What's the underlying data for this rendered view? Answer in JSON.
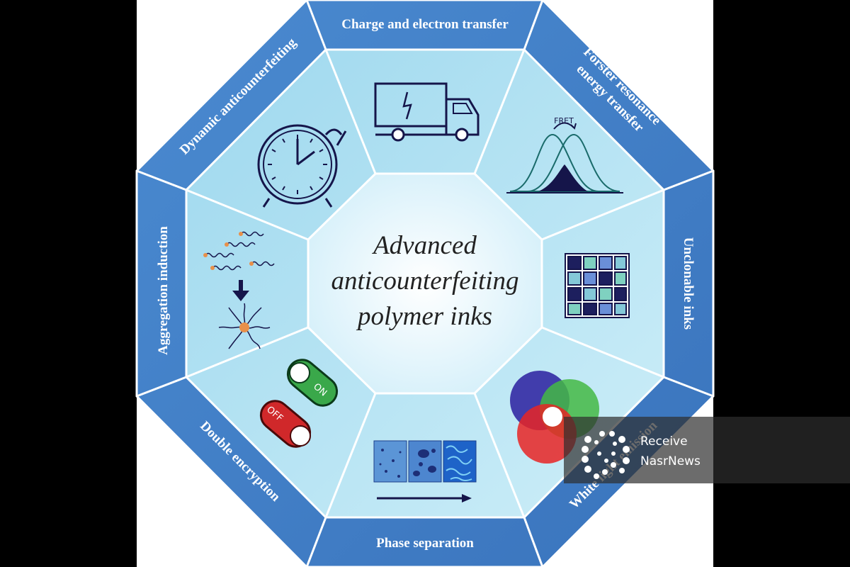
{
  "diagram": {
    "center_title_lines": [
      "Advanced",
      "anticounterfeiting",
      "polymer inks"
    ],
    "segments": [
      {
        "key": "charge",
        "label": "Charge and electron transfer"
      },
      {
        "key": "fret",
        "label_lines": [
          "Förster resonance",
          "energy transfer"
        ],
        "icon_text": "FRET"
      },
      {
        "key": "unclonable",
        "label": "Unclonable inks"
      },
      {
        "key": "white-light",
        "label": "White light emission"
      },
      {
        "key": "phase",
        "label": "Phase separation"
      },
      {
        "key": "double",
        "label": "Double encryption",
        "toggle_on": "ON",
        "toggle_off": "OFF"
      },
      {
        "key": "aggregation",
        "label": "Aggregation induction"
      },
      {
        "key": "dynamic",
        "label": "Dynamic anticounterfeiting"
      }
    ],
    "colors": {
      "outer_ring": "#3f7fc6",
      "inner_ring": "#a4dcef",
      "center": "#f2fbfe",
      "dark_navy": "#15154a"
    }
  },
  "watermark": {
    "line1": "Receive",
    "line2": "NasrNews"
  }
}
